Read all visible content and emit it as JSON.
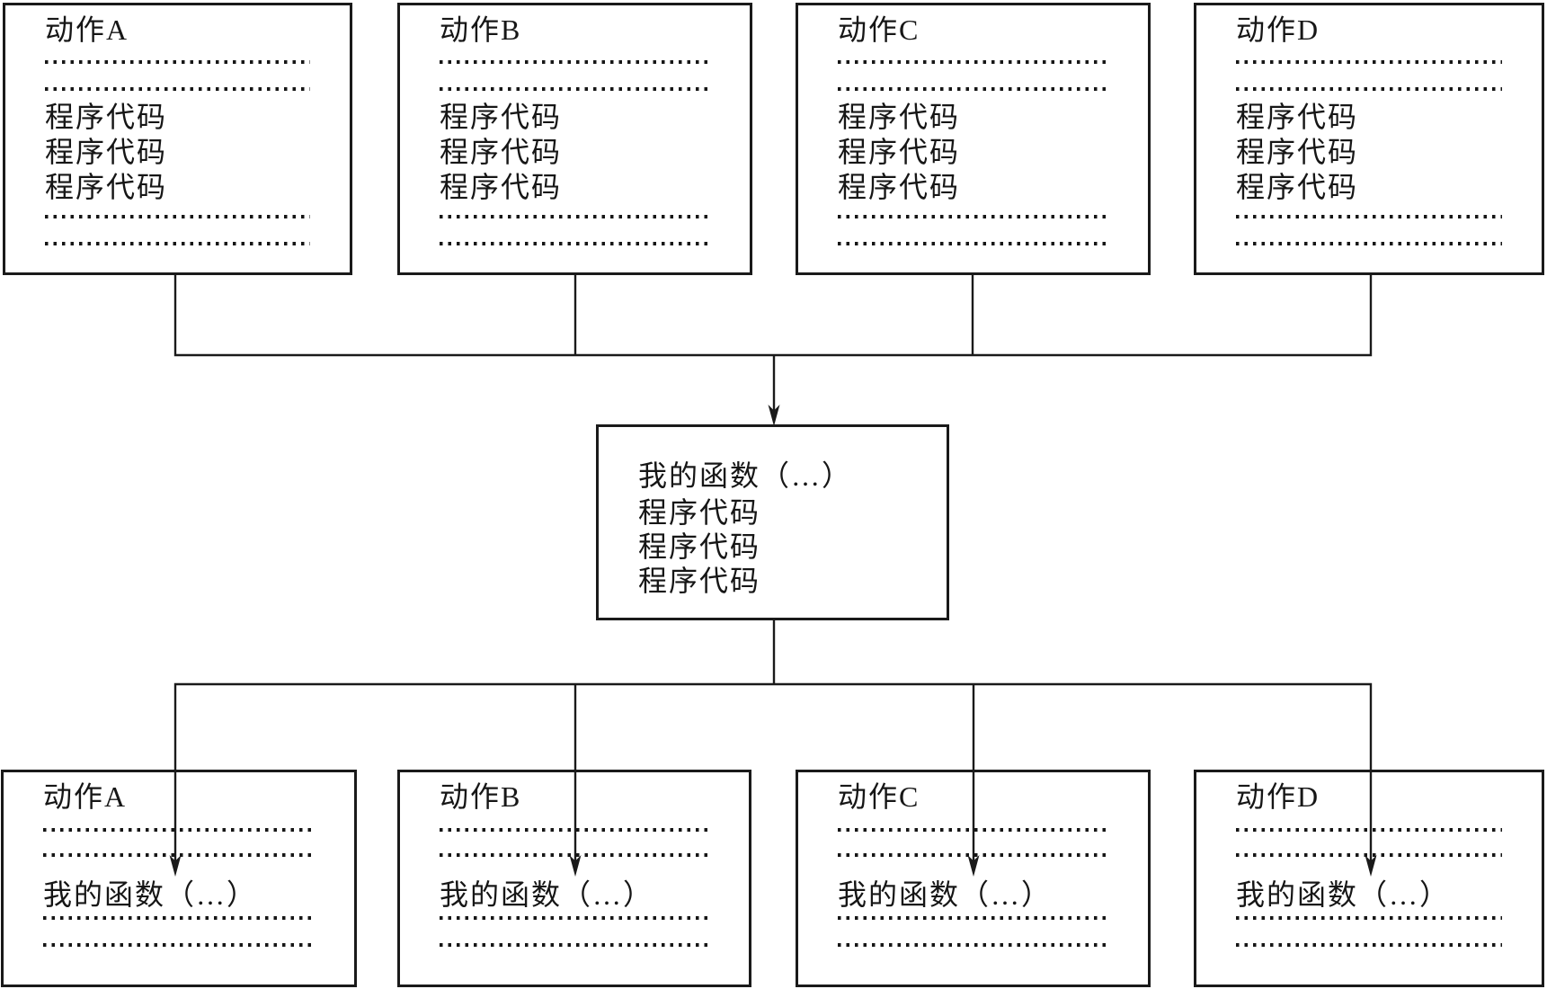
{
  "colors": {
    "ink": "#1a1a1a",
    "paper": "#ffffff"
  },
  "top_boxes": [
    {
      "title": "动作A",
      "code_lines": [
        "程序代码",
        "程序代码",
        "程序代码"
      ],
      "dotted_lines_above": 2,
      "dotted_lines_below": 2
    },
    {
      "title": "动作B",
      "code_lines": [
        "程序代码",
        "程序代码",
        "程序代码"
      ],
      "dotted_lines_above": 2,
      "dotted_lines_below": 2
    },
    {
      "title": "动作C",
      "code_lines": [
        "程序代码",
        "程序代码",
        "程序代码"
      ],
      "dotted_lines_above": 2,
      "dotted_lines_below": 2
    },
    {
      "title": "动作D",
      "code_lines": [
        "程序代码",
        "程序代码",
        "程序代码"
      ],
      "dotted_lines_above": 2,
      "dotted_lines_below": 2
    }
  ],
  "middle_box": {
    "function_line": "我的函数（…）",
    "code_lines": [
      "程序代码",
      "程序代码",
      "程序代码"
    ]
  },
  "bottom_boxes": [
    {
      "title": "动作A",
      "function_line": "我的函数（…）",
      "dotted_lines_above": 2,
      "dotted_lines_below": 2
    },
    {
      "title": "动作B",
      "function_line": "我的函数（…）",
      "dotted_lines_above": 2,
      "dotted_lines_below": 2
    },
    {
      "title": "动作C",
      "function_line": "我的函数（…）",
      "dotted_lines_above": 2,
      "dotted_lines_below": 2
    },
    {
      "title": "动作D",
      "function_line": "我的函数（…）",
      "dotted_lines_above": 2,
      "dotted_lines_below": 2
    }
  ]
}
